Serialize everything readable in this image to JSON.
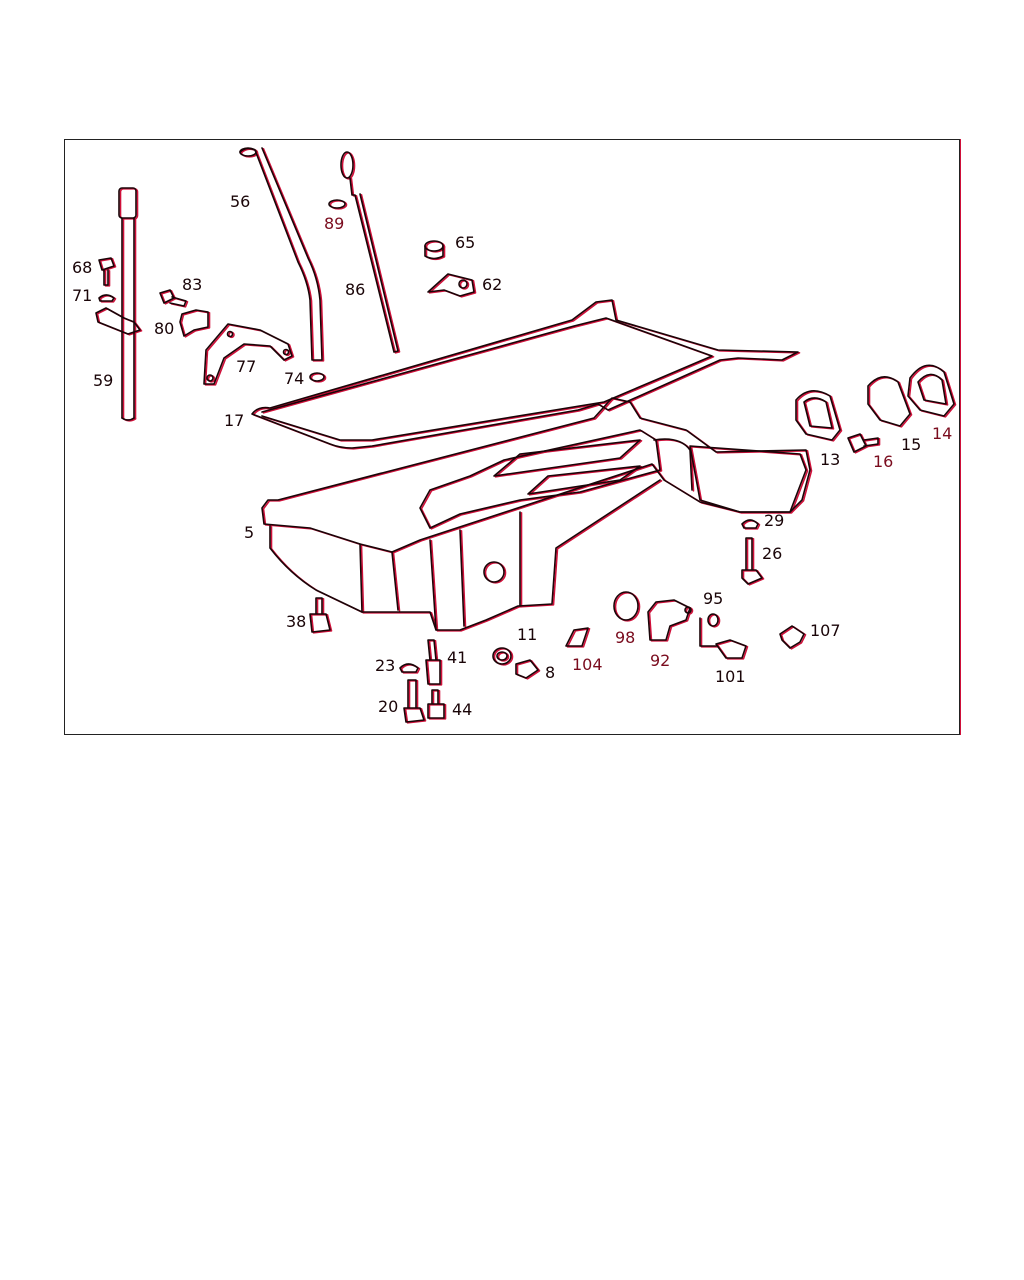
{
  "diagram": {
    "type": "exploded parts diagram - engine oil pan",
    "line_color": "#1a0508",
    "shadow_color": "#d0103a",
    "labels": {
      "p56": "56",
      "p89": "89",
      "p65": "65",
      "p62": "62",
      "p68": "68",
      "p83": "83",
      "p71": "71",
      "p86": "86",
      "p80": "80",
      "p77": "77",
      "p59": "59",
      "p74": "74",
      "p17": "17",
      "p13": "13",
      "p16": "16",
      "p15": "15",
      "p14": "14",
      "p5": "5",
      "p29": "29",
      "p26": "26",
      "p95": "95",
      "p38": "38",
      "p107": "107",
      "p11": "11",
      "p98": "98",
      "p41": "41",
      "p92": "92",
      "p104": "104",
      "p23": "23",
      "p8": "8",
      "p101": "101",
      "p20": "20",
      "p44": "44"
    }
  }
}
